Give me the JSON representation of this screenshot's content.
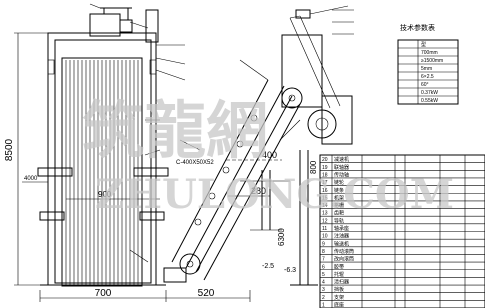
{
  "dimensions": {
    "height_total": "8500",
    "width_frame": "700",
    "width_conveyor": "520",
    "width_900": "900",
    "length_400": "400",
    "length_280": "280",
    "length_800": "800",
    "length_6300": "6300",
    "length_4000": "4000",
    "spec_text": "C-400X50X52",
    "elev_a": "-2.5",
    "elev_b": "-6.3"
  },
  "spec_title": "技术参数表",
  "spec_rows": [
    "型",
    "700mm",
    "≥1500mm",
    "5mm",
    "6×2.5",
    "60°",
    "0.37kW",
    "0.55kW"
  ],
  "parts_rows": [
    {
      "n": "20",
      "t": "减速机"
    },
    {
      "n": "19",
      "t": "联轴器"
    },
    {
      "n": "18",
      "t": "传动轴"
    },
    {
      "n": "17",
      "t": "链轮"
    },
    {
      "n": "16",
      "t": "链条"
    },
    {
      "n": "15",
      "t": "机架"
    },
    {
      "n": "14",
      "t": "格栅"
    },
    {
      "n": "13",
      "t": "齿耙"
    },
    {
      "n": "12",
      "t": "导轨"
    },
    {
      "n": "11",
      "t": "轴承座"
    },
    {
      "n": "10",
      "t": "注油器"
    },
    {
      "n": "9",
      "t": "输送机"
    },
    {
      "n": "8",
      "t": "传动滚筒"
    },
    {
      "n": "7",
      "t": "改向滚筒"
    },
    {
      "n": "6",
      "t": "胶带"
    },
    {
      "n": "5",
      "t": "托辊"
    },
    {
      "n": "4",
      "t": "清扫器"
    },
    {
      "n": "3",
      "t": "挡板"
    },
    {
      "n": "2",
      "t": "支架"
    },
    {
      "n": "1",
      "t": "底座"
    }
  ],
  "watermark": {
    "cn": "筑龍網",
    "en": "ZHULONG.COM"
  }
}
